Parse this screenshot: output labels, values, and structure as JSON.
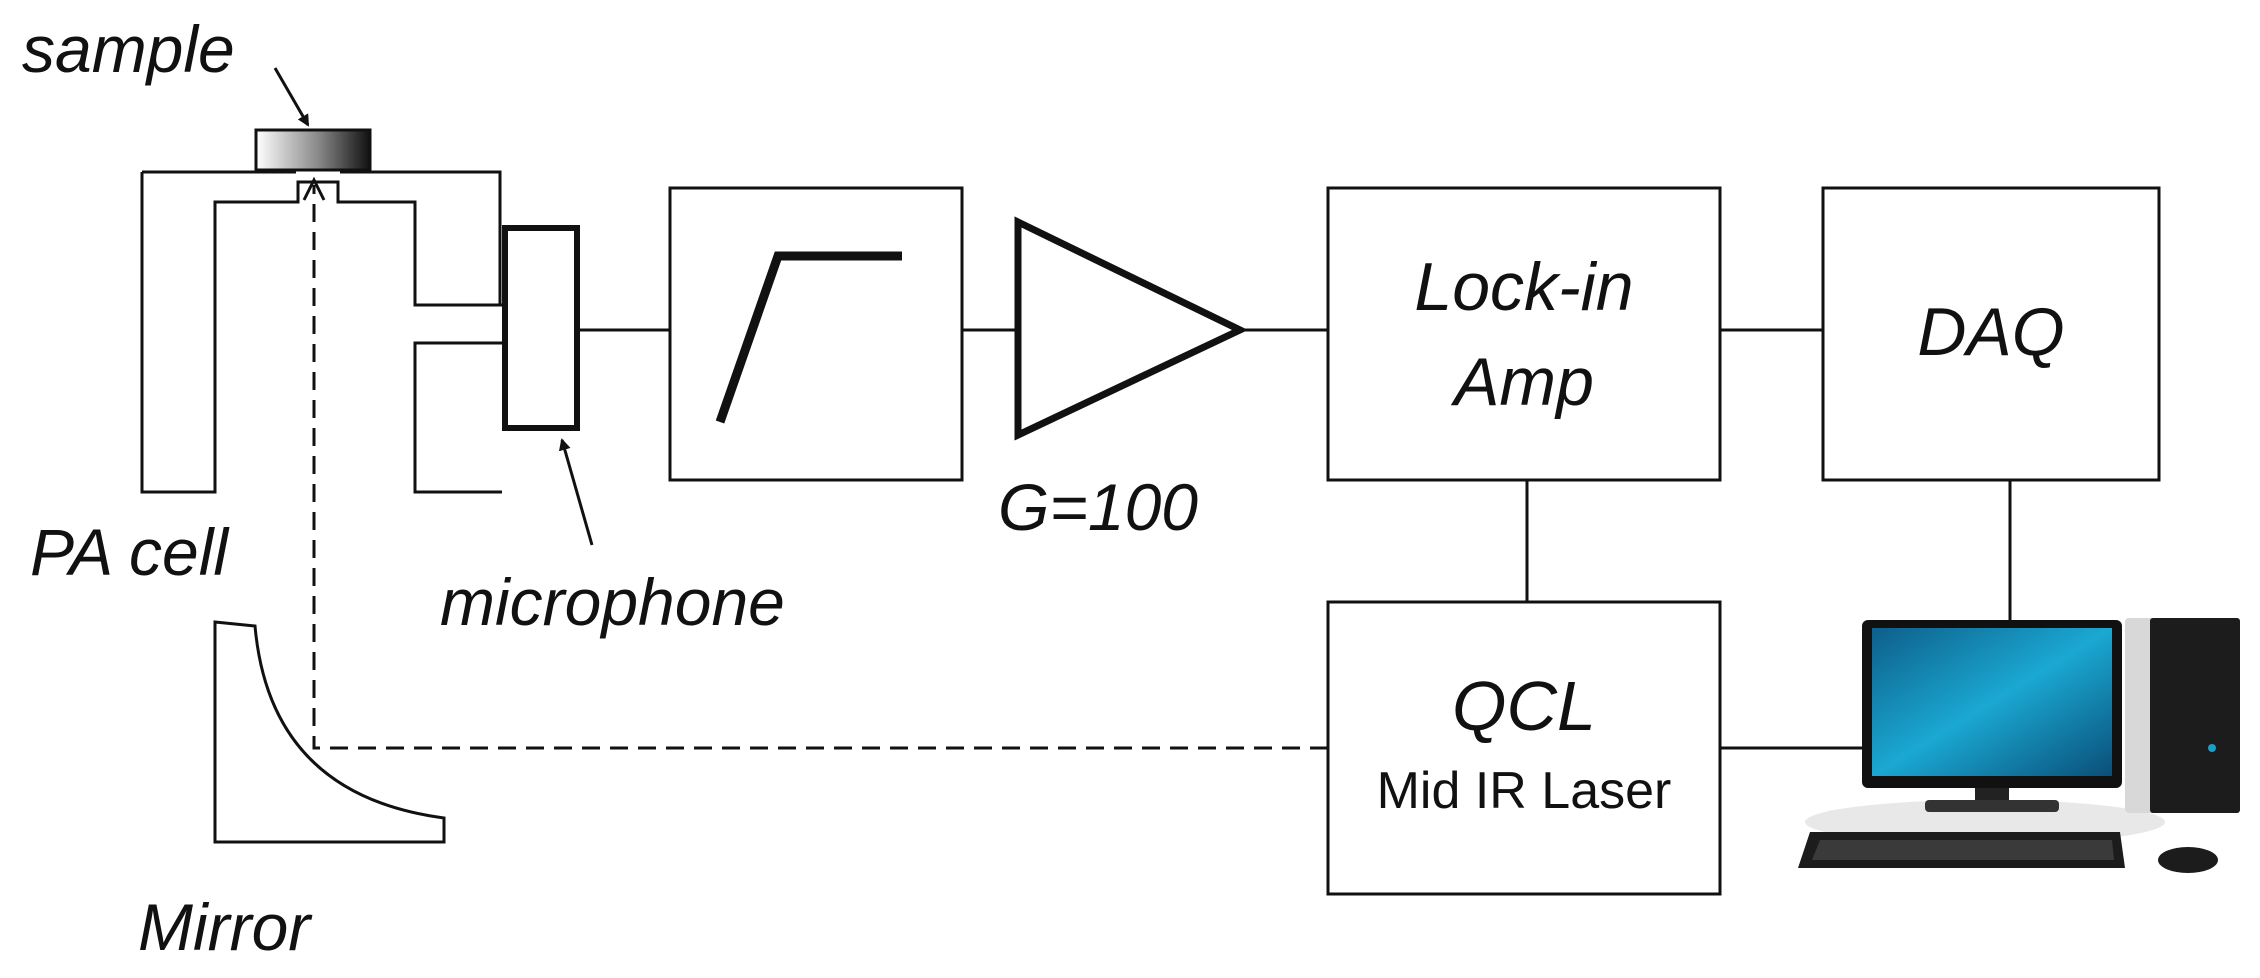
{
  "labels": {
    "sample": "sample",
    "pa_cell": "PA cell",
    "microphone": "microphone",
    "mirror": "Mirror",
    "gain": "G=100",
    "lockin_line1": "Lock-in",
    "lockin_line2": "Amp",
    "daq": "DAQ",
    "qcl": "QCL",
    "qcl_sub": "Mid IR Laser"
  },
  "colors": {
    "stroke": "#111111",
    "monitor_screen": "#1aa0c8",
    "computer_body": "#1c1c1c"
  }
}
